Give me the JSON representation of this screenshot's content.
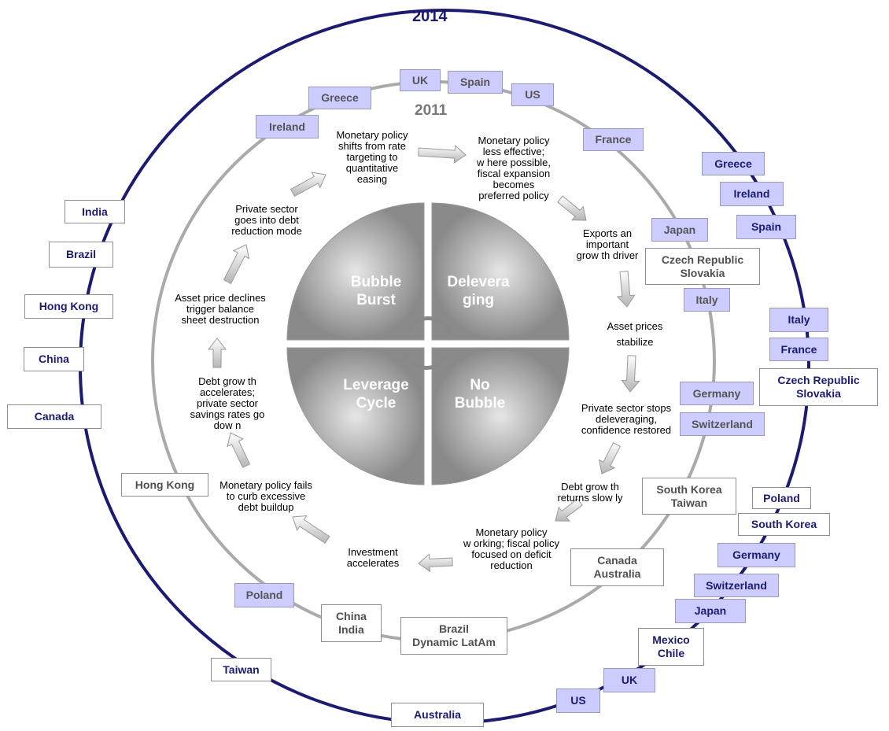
{
  "colors": {
    "outer_ring": "#1b1b72",
    "inner_ring": "#aaaaaa",
    "label_fill_purple": "#ccccff",
    "label_text_navy": "#1b1b72",
    "label_text_gray": "#555555"
  },
  "years": {
    "outer": "2014",
    "inner": "2011"
  },
  "quadrants": {
    "top_left": "Bubble\nBurst",
    "top_right": "Delevera\nging",
    "bottom_left": "Leverage\nCycle",
    "bottom_right": "No\nBubble"
  },
  "cycle_steps": [
    "Monetary policy\nshifts from rate\ntargeting to\nquantitative\neasing",
    "Monetary policy\nless effective;\nw here possible,\nfiscal expansion\nbecomes\npreferred policy",
    "Exports an\nimportant\ngrow th driver",
    "Asset prices\nstabilize",
    "Private sector stops\ndeleveraging,\nconfidence restored",
    "Debt grow th\nreturns slow ly",
    "Monetary policy\nw orking; fiscal policy\nfocused on deficit\nreduction",
    "Investment\naccelerates",
    "Monetary policy fails\nto curb excessive\ndebt buildup",
    "Debt grow th\naccelerates;\nprivate sector\nsavings rates go\ndow n",
    "Asset price declines\ntrigger balance\nsheet destruction",
    "Private sector\ngoes into debt\nreduction mode"
  ],
  "inner_countries": [
    "UK",
    "Spain",
    "US",
    "Greece",
    "Ireland",
    "France",
    "Japan",
    "Czech Republic\nSlovakia",
    "Italy",
    "Germany",
    "Switzerland",
    "South Korea\nTaiwan",
    "Canada\nAustralia",
    "Brazil\nDynamic LatAm",
    "China\nIndia",
    "Poland",
    "Hong Kong"
  ],
  "outer_countries": [
    "Greece",
    "Ireland",
    "Spain",
    "Italy",
    "France",
    "Czech Republic\nSlovakia",
    "Poland",
    "South Korea",
    "Germany",
    "Switzerland",
    "Japan",
    "Mexico\nChile",
    "UK",
    "US",
    "Australia",
    "Taiwan",
    "India",
    "Brazil",
    "Hong Kong",
    "China",
    "Canada"
  ]
}
